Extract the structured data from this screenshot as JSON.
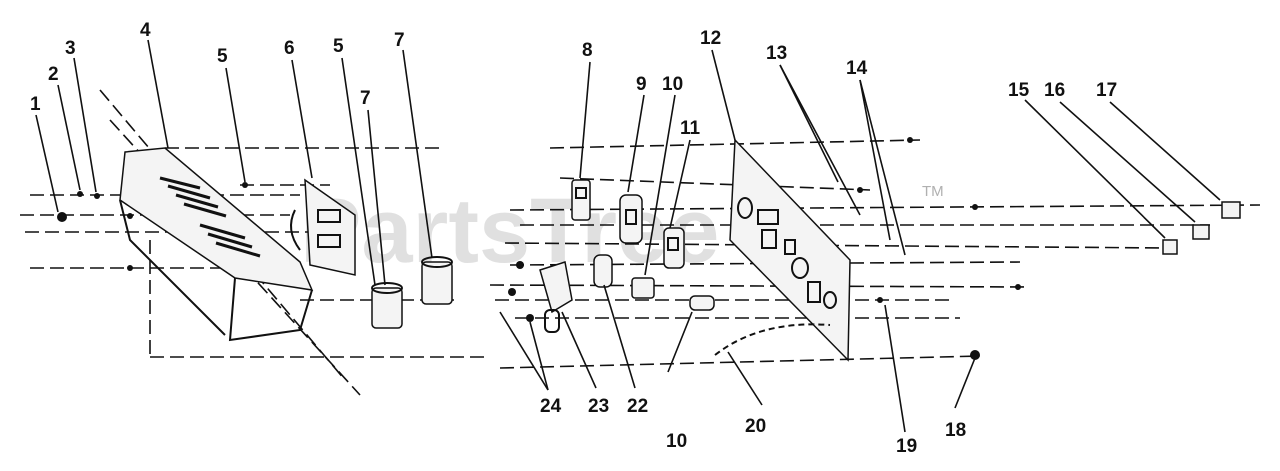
{
  "watermark": {
    "text": "PartsTree",
    "tm": "TM"
  },
  "callouts": [
    "1",
    "2",
    "3",
    "4",
    "5",
    "6",
    "5",
    "7",
    "7",
    "8",
    "9",
    "10",
    "11",
    "12",
    "13",
    "14",
    "15",
    "16",
    "17",
    "24",
    "23",
    "22",
    "10",
    "20",
    "19",
    "18"
  ]
}
